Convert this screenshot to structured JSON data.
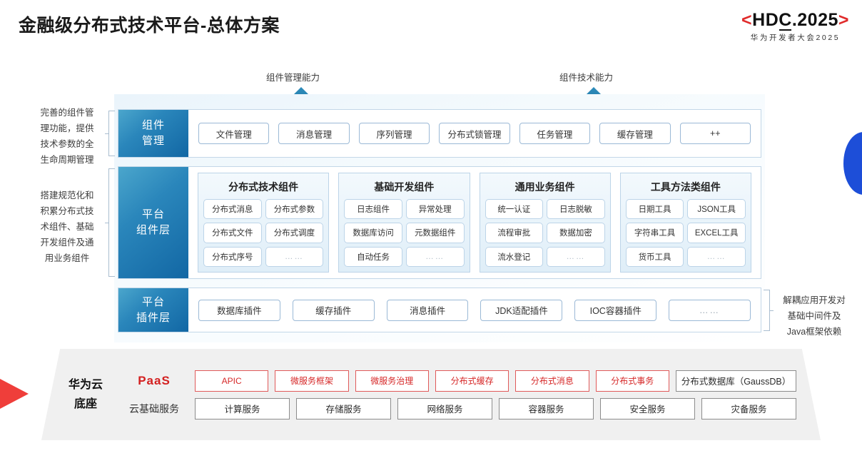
{
  "header": {
    "title": "金融级分布式技术平台-总体方案",
    "logo": {
      "bracket_left": "<",
      "bracket_right": ">",
      "main_before": "HD",
      "main_c": "C",
      "main_after": ".2025",
      "subtitle": "华为开发者大会2025",
      "bracket_color": "#e02b2b"
    }
  },
  "arrows": {
    "left_label": "组件管理能力",
    "right_label": "组件技术能力",
    "color": "#1b7fab"
  },
  "side_notes": {
    "left_top": "完善的组件管理功能，提供技术参数的全生命周期管理",
    "left_top_lines": [
      "完善的组件管",
      "理功能，提供",
      "技术参数的全",
      "生命周期管理"
    ],
    "left_mid_lines": [
      "搭建规范化和",
      "积累分布式技",
      "术组件、基础",
      "开发组件及通",
      "用业务组件"
    ],
    "right_lines": [
      "解耦应用开发对",
      "基础中间件及",
      "Java框架依赖"
    ]
  },
  "rows": {
    "component_management": {
      "tag_lines": [
        "组件",
        "管理"
      ],
      "chips": [
        "文件管理",
        "消息管理",
        "序列管理",
        "分布式锁管理",
        "任务管理",
        "缓存管理",
        "++"
      ]
    },
    "platform_component": {
      "tag_lines": [
        "平台",
        "组件层"
      ],
      "groups": [
        {
          "title": "分布式技术组件",
          "cells": [
            "分布式消息",
            "分布式参数",
            "分布式文件",
            "分布式调度",
            "分布式序号",
            "……"
          ]
        },
        {
          "title": "基础开发组件",
          "cells": [
            "日志组件",
            "异常处理",
            "数据库访问",
            "元数据组件",
            "自动任务",
            "……"
          ]
        },
        {
          "title": "通用业务组件",
          "cells": [
            "统一认证",
            "日志脱敏",
            "流程审批",
            "数据加密",
            "流水登记",
            "……"
          ]
        },
        {
          "title": "工具方法类组件",
          "cells": [
            "日期工具",
            "JSON工具",
            "字符串工具",
            "EXCEL工具",
            "货币工具",
            "……"
          ]
        }
      ]
    },
    "plugin_layer": {
      "tag_lines": [
        "平台",
        "插件层"
      ],
      "chips": [
        "数据库插件",
        "缓存插件",
        "消息插件",
        "JDK适配插件",
        "IOC容器插件",
        "……"
      ]
    }
  },
  "base": {
    "title_lines": [
      "华为云",
      "底座"
    ],
    "paas_label": "PaaS",
    "infra_label": "云基础服务",
    "paas_items": [
      {
        "label": "APIC",
        "wide": false
      },
      {
        "label": "微服务框架",
        "wide": false
      },
      {
        "label": "微服务治理",
        "wide": false
      },
      {
        "label": "分布式缓存",
        "wide": false
      },
      {
        "label": "分布式消息",
        "wide": false
      },
      {
        "label": "分布式事务",
        "wide": false
      }
    ],
    "paas_extra": {
      "label": "分布式数据库（GaussDB）",
      "wide": true
    },
    "infra_items": [
      "计算服务",
      "存储服务",
      "网络服务",
      "容器服务",
      "安全服务",
      "灾备服务"
    ],
    "accent_red": "#d62828",
    "accent_gray": "#8c8c8c"
  },
  "decor": {
    "red_wedge_color": "#ef3e3a",
    "blue_circle_color": "#1d4ed8"
  }
}
